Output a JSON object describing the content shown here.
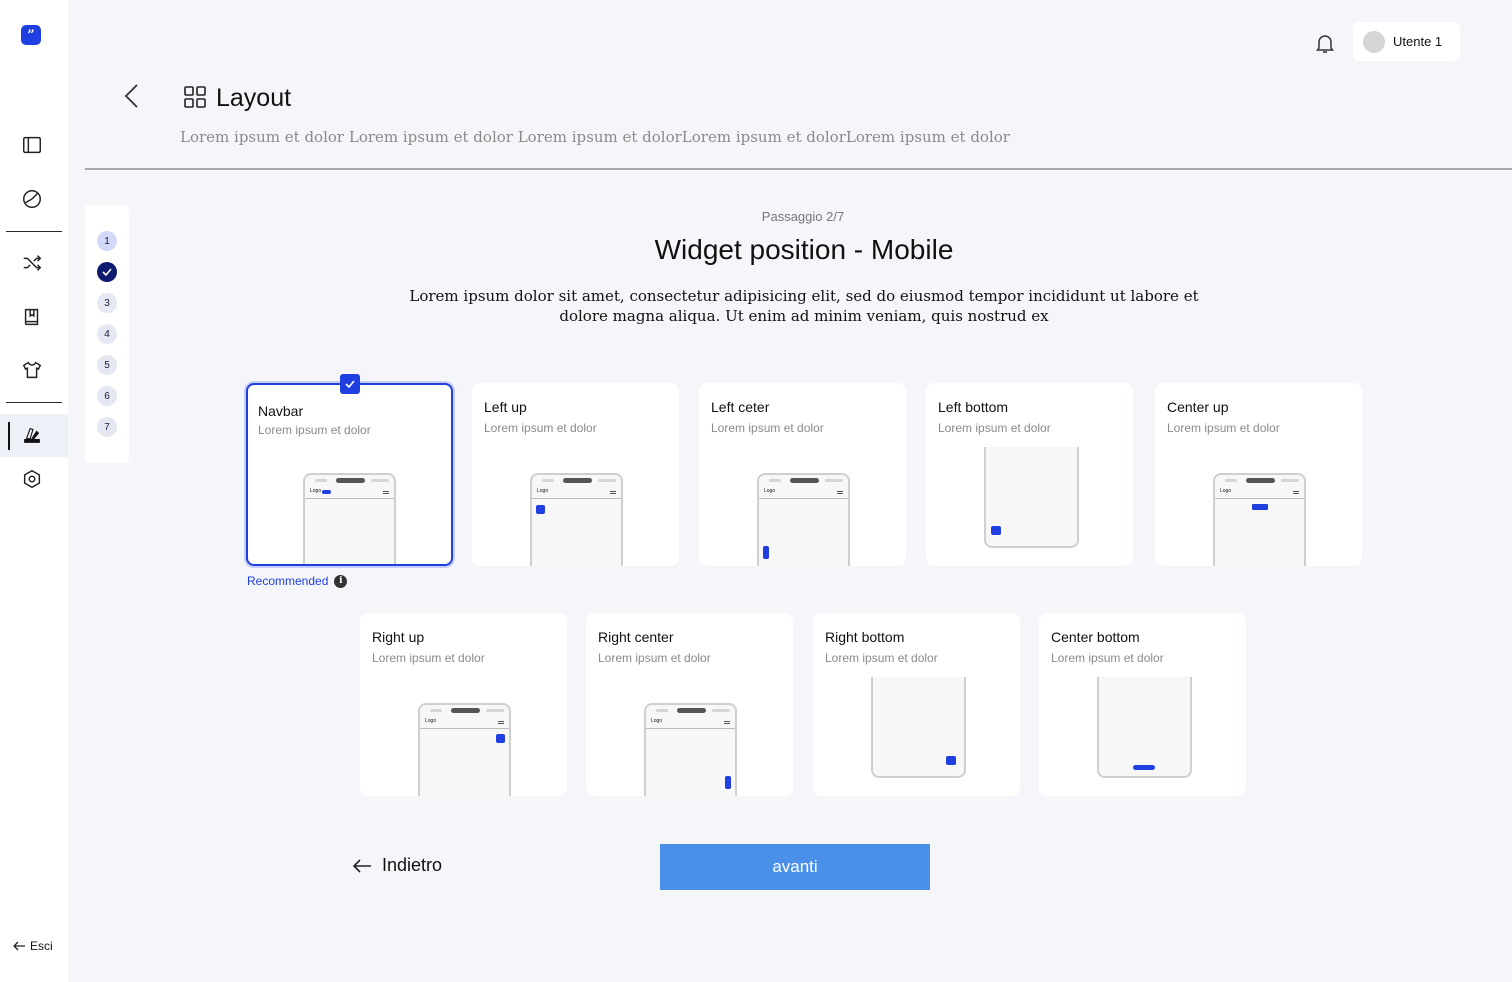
{
  "app": {
    "logo_glyph": "”",
    "accent_color": "#1f3fe0"
  },
  "sidebar": {
    "items": [
      {
        "name": "sidebar-panel-icon"
      },
      {
        "name": "chart-pie-icon"
      },
      {
        "name": "shuffle-icon"
      },
      {
        "name": "book-icon"
      },
      {
        "name": "shirt-icon"
      },
      {
        "name": "theme-brush-icon",
        "active": true
      },
      {
        "name": "settings-hexagon-icon"
      }
    ],
    "exit_label": "Esci"
  },
  "topbar": {
    "user_name": "Utente 1"
  },
  "header": {
    "title": "Layout",
    "subtitle": "Lorem ipsum et dolor Lorem ipsum et dolor Lorem ipsum et dolorLorem ipsum et dolorLorem ipsum et dolor"
  },
  "stepper": {
    "steps": [
      "1",
      "2",
      "3",
      "4",
      "5",
      "6",
      "7"
    ],
    "current": 1,
    "completed": 2
  },
  "main": {
    "step_label": "Passaggio 2/7",
    "title": "Widget position - Mobile",
    "description": "Lorem ipsum dolor sit amet, consectetur adipisicing elit, sed do eiusmod tempor incididunt ut labore et dolore magna aliqua. Ut enim ad minim veniam, quis nostrud ex"
  },
  "options": [
    {
      "title": "Navbar",
      "desc": "Lorem ipsum et dolor",
      "selected": true
    },
    {
      "title": "Left up",
      "desc": "Lorem ipsum et dolor"
    },
    {
      "title": "Left ceter",
      "desc": "Lorem ipsum et dolor"
    },
    {
      "title": "Left bottom",
      "desc": "Lorem ipsum et dolor"
    },
    {
      "title": "Center up",
      "desc": "Lorem ipsum et dolor"
    },
    {
      "title": "Right up",
      "desc": "Lorem ipsum et dolor"
    },
    {
      "title": "Right center",
      "desc": "Lorem ipsum et dolor"
    },
    {
      "title": "Right bottom",
      "desc": "Lorem ipsum et dolor"
    },
    {
      "title": "Center bottom",
      "desc": "Lorem ipsum et dolor"
    }
  ],
  "phone_mock": {
    "logo_text": "Logo"
  },
  "recommended_label": "Recommended",
  "info_glyph": "i",
  "nav": {
    "back_label": "Indietro",
    "next_label": "avanti"
  }
}
